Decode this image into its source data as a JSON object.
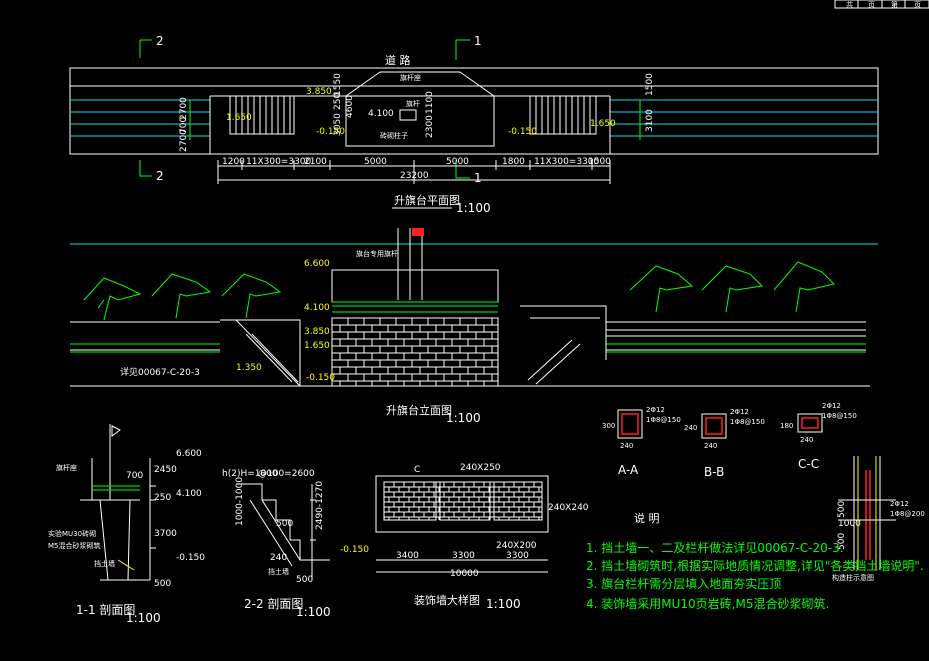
{
  "title_block": [
    "共",
    "页",
    "第",
    "页"
  ],
  "plan": {
    "road_label": "道    路",
    "title": "升旗台平面图",
    "scale": "1:100",
    "section_marks": [
      "2",
      "2",
      "1",
      "1"
    ],
    "dims_bottom": [
      "1200",
      "11X300=3300",
      "2100",
      "5000",
      "5000",
      "1800",
      "11X300=3300",
      "1500"
    ],
    "dim_total": "23200",
    "dims_left": [
      "2700",
      "700",
      "2700"
    ],
    "dims_mid": [
      "3.850",
      "1550",
      "250",
      "4600",
      "3050",
      "2300",
      "1100"
    ],
    "dims_right": [
      "1500",
      "3100"
    ],
    "elevations": [
      "1.650",
      "-0.150",
      "4.100",
      "-0.150",
      "1.650"
    ],
    "labels": [
      "旗杆座",
      "旗杆",
      "砖砌柱子"
    ]
  },
  "elevation": {
    "title": "升旗台立面图",
    "scale": "1:100",
    "elevs": [
      "6.600",
      "4.100",
      "3.850",
      "1.650",
      "1.350",
      "-0.150"
    ],
    "note": "详见00067-C-20-3",
    "flag_label": "旗台专用旗杆"
  },
  "section_1": {
    "title": "1-1 剖面图",
    "scale": "1:100",
    "elevs": [
      "6.600",
      "4.100",
      "-0.150"
    ],
    "dims": [
      "700",
      "2450",
      "250",
      "3700",
      "500"
    ],
    "labels": [
      "旗杆座",
      "实验MU30砖砌",
      "M5混合砂浆砌筑",
      "挡土墙"
    ]
  },
  "section_2": {
    "title": "2-2 剖面图",
    "scale": "1:100",
    "elevs": [
      "-0.150"
    ],
    "dims": [
      "@100=2600",
      "h(2)H=1000",
      "500",
      "1000-1000",
      "2490-1270",
      "240",
      "500"
    ],
    "labels": [
      "挡土墙"
    ]
  },
  "wall_detail": {
    "title": "装饰墙大样图",
    "scale": "1:100",
    "labels": [
      "C",
      "240X250",
      "240X240",
      "240X200"
    ],
    "dims": [
      "3400",
      "3300",
      "3300",
      "10000"
    ]
  },
  "column_sections": [
    {
      "name": "A-A",
      "dims": [
        "300",
        "240",
        "2Φ12",
        "1Φ8@150"
      ]
    },
    {
      "name": "B-B",
      "dims": [
        "240",
        "240",
        "2Φ12",
        "1Φ8@150"
      ]
    },
    {
      "name": "C-C",
      "dims": [
        "180",
        "240",
        "2Φ12",
        "1Φ8@150"
      ]
    }
  ],
  "pillar_detail": {
    "title": "构造柱示意图",
    "dims": [
      "500",
      "1000",
      "500"
    ],
    "labels": [
      "2Φ12",
      "1Φ8@200"
    ]
  },
  "notes": {
    "title": "说    明",
    "items": [
      "1.  挡土墙一、二及栏杆做法详见00067-C-20-3.",
      "2.  挡土墙砌筑时,根据实际地质情况调整,详见\"各类挡土墙说明\".",
      "3.  旗台栏杆需分层填入地面夯实压顶",
      "4.  装饰墙采用MU10页岩砖,M5混合砂浆砌筑."
    ]
  },
  "colors": {
    "background": "#000000",
    "lines": "#ffffff",
    "green": "#00ff00",
    "cyan": "#00e0e0",
    "yellow": "#ffff00",
    "flag": "#ff2020"
  }
}
